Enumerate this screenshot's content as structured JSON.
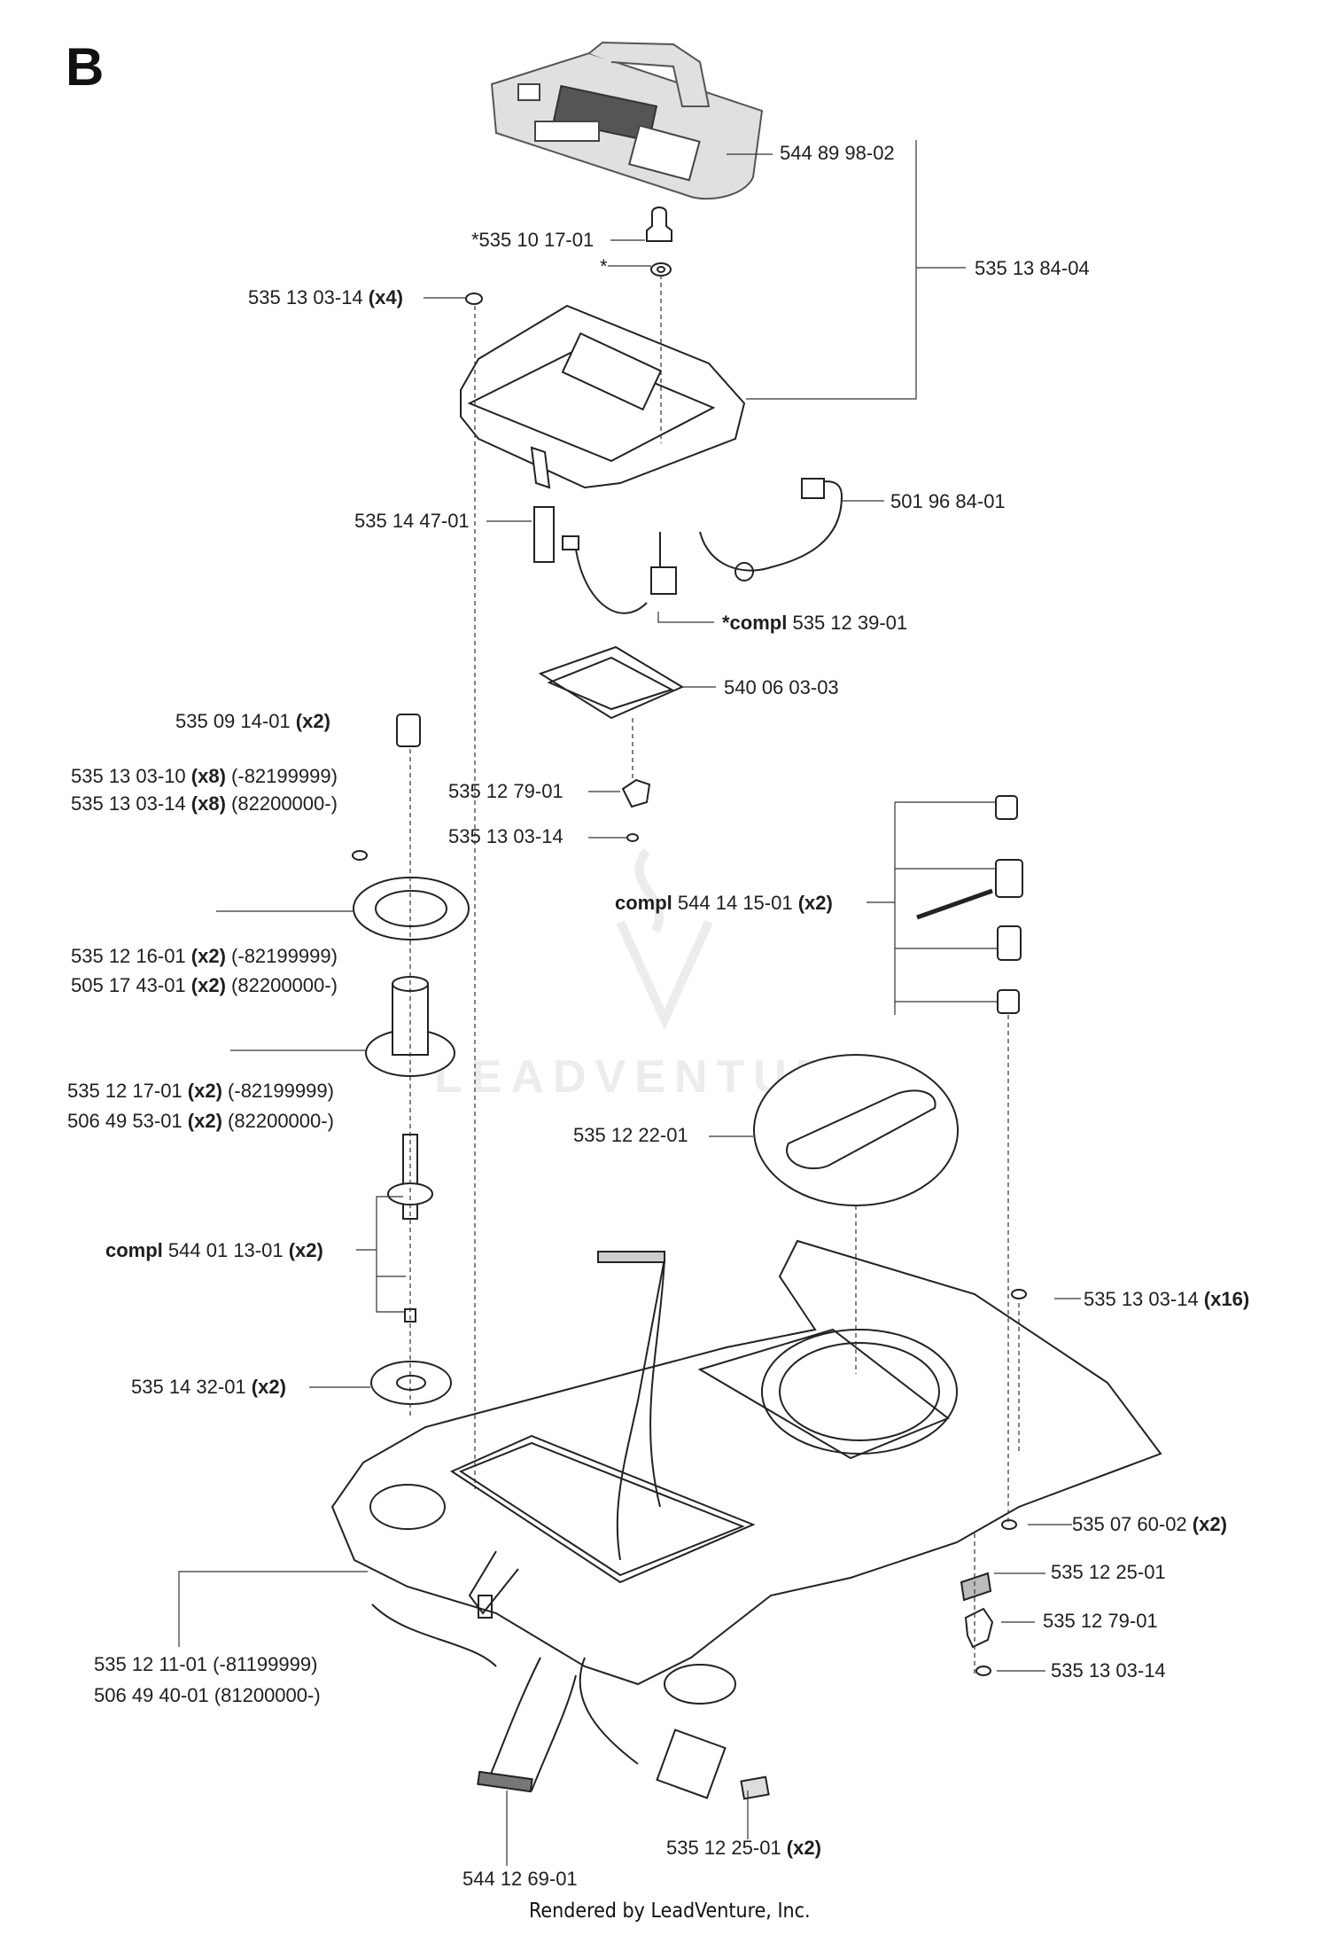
{
  "section_letter": "B",
  "watermark": "LEADVENTURE",
  "footer": "Rendered by LeadVenture, Inc.",
  "callouts": [
    {
      "id": "c01",
      "text": "544 89 98-02"
    },
    {
      "id": "c02",
      "text": "*535 10 17-01"
    },
    {
      "id": "c03",
      "text": "*"
    },
    {
      "id": "c04",
      "text": "535 13 84-04"
    },
    {
      "id": "c05",
      "text": "535 13 03-14",
      "qty": "(x4)"
    },
    {
      "id": "c06",
      "text": "501 96 84-01"
    },
    {
      "id": "c07",
      "text": "535 14 47-01"
    },
    {
      "id": "c08",
      "prefix": "*compl",
      "text": "535 12 39-01"
    },
    {
      "id": "c09",
      "text": "540 06 03-03"
    },
    {
      "id": "c10",
      "text": "535 09 14-01",
      "qty": "(x2)"
    },
    {
      "id": "c11",
      "text": "535 13 03-10",
      "qty": "(x8)",
      "range": "(-82199999)"
    },
    {
      "id": "c12",
      "text": "535 13 03-14",
      "qty": "(x8)",
      "range": "(82200000-)"
    },
    {
      "id": "c13",
      "text": "535 12 79-01"
    },
    {
      "id": "c14",
      "text": "535 13 03-14"
    },
    {
      "id": "c15",
      "prefix": "compl",
      "text": "544 14 15-01",
      "qty": "(x2)"
    },
    {
      "id": "c16",
      "text": "535 12 16-01",
      "qty": "(x2)",
      "range": "(-82199999)"
    },
    {
      "id": "c17",
      "text": "505 17 43-01",
      "qty": "(x2)",
      "range": "(82200000-)"
    },
    {
      "id": "c18",
      "text": "535 12 17-01",
      "qty": "(x2)",
      "range": "(-82199999)"
    },
    {
      "id": "c19",
      "text": "506 49 53-01",
      "qty": "(x2)",
      "range": "(82200000-)"
    },
    {
      "id": "c20",
      "text": "535 12 22-01"
    },
    {
      "id": "c21",
      "prefix": "compl",
      "text": "544 01 13-01",
      "qty": "(x2)"
    },
    {
      "id": "c22",
      "text": "535 13 03-14",
      "qty": "(x16)"
    },
    {
      "id": "c23",
      "text": "535 14 32-01",
      "qty": "(x2)"
    },
    {
      "id": "c24",
      "text": "535 07 60-02",
      "qty": "(x2)"
    },
    {
      "id": "c25",
      "text": "535 12 25-01"
    },
    {
      "id": "c26",
      "text": "535 12 79-01"
    },
    {
      "id": "c27",
      "text": "535 12 11-01",
      "range": "(-81199999)"
    },
    {
      "id": "c28",
      "text": "506 49 40-01",
      "range": "(81200000-)"
    },
    {
      "id": "c29",
      "text": "535 13 03-14"
    },
    {
      "id": "c30",
      "text": "535 12 25-01",
      "qty": "(x2)"
    },
    {
      "id": "c31",
      "text": "544 12 69-01"
    }
  ]
}
